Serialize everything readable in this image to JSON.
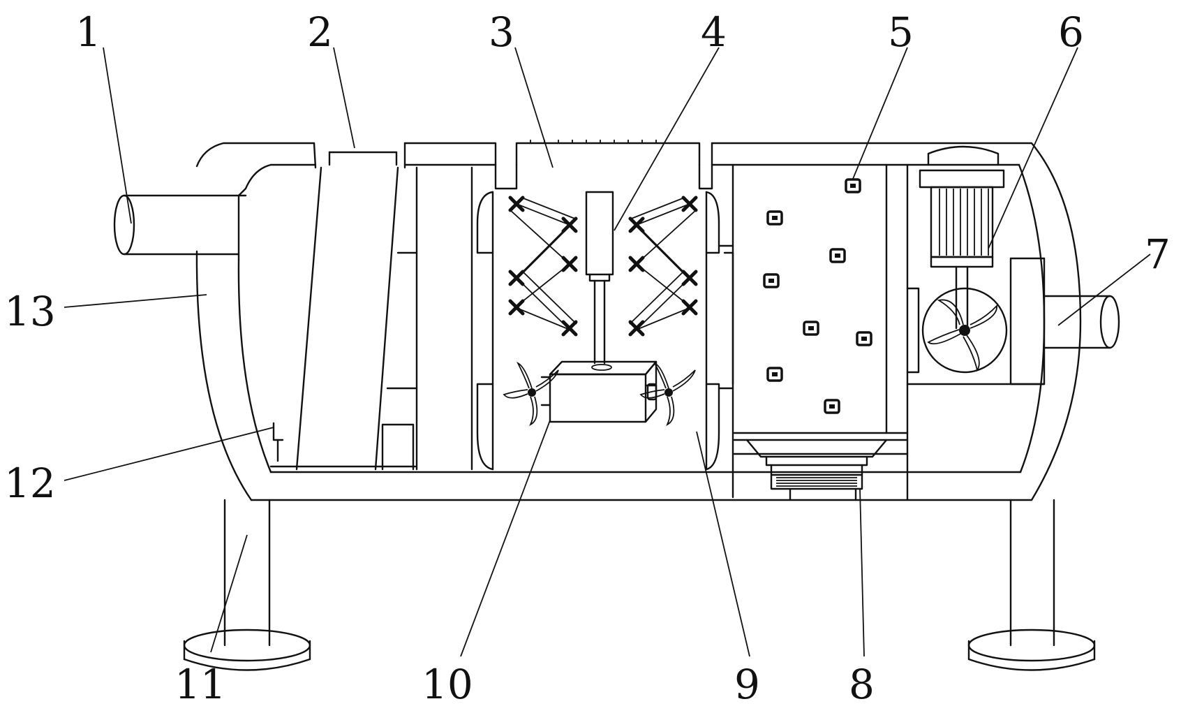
{
  "labels": [
    {
      "id": "1",
      "text": "1"
    },
    {
      "id": "2",
      "text": "2"
    },
    {
      "id": "3",
      "text": "3"
    },
    {
      "id": "4",
      "text": "4"
    },
    {
      "id": "5",
      "text": "5"
    },
    {
      "id": "6",
      "text": "6"
    },
    {
      "id": "7",
      "text": "7"
    },
    {
      "id": "8",
      "text": "8"
    },
    {
      "id": "9",
      "text": "9"
    },
    {
      "id": "10",
      "text": "10"
    },
    {
      "id": "11",
      "text": "11"
    },
    {
      "id": "12",
      "text": "12"
    },
    {
      "id": "13",
      "text": "13"
    }
  ]
}
